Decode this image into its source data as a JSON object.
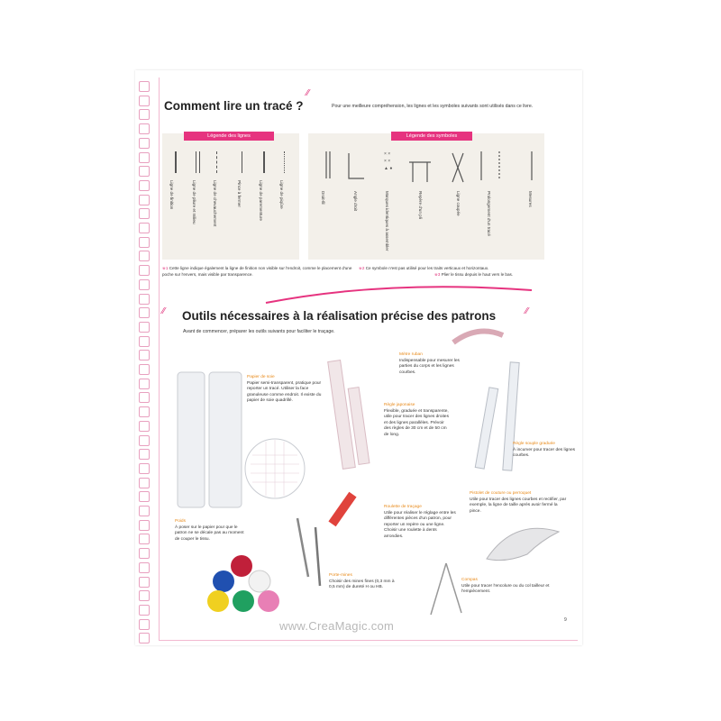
{
  "page": {
    "title1": "Comment lire un tracé ?",
    "intro1": "Pour une meilleure compréhension, les lignes et les symboles suivants sont utilisés dans ce livre.",
    "legend_lines_tab": "Légende des lignes",
    "legend_symbols_tab": "Légende des symboles",
    "legend_lines": [
      "Ligne de finition",
      "Ligne de pliure et milieu",
      "Ligne de chevauchement",
      "Pince à fermer",
      "Ligne de parementure",
      "Ligne de piqûre"
    ],
    "legend_symbols": [
      "Droit-fil",
      "Angle droit",
      "Marques identiques à assembler",
      "Repère d'un pli",
      "Ligne coupée",
      "Prolongement d'un tracé",
      "Mesures"
    ],
    "note1": "Cette ligne indique également la ligne de finition non visible sur l'endroit, comme le placement d'une poche sur l'envers, mais visible par transparence.",
    "note2": "Ce symbole n'est pas utilisé pour les traits verticaux et horizontaux.",
    "note3": "Plier le tissu depuis le haut vers le bas.",
    "title2": "Outils nécessaires à la réalisation précise des patrons",
    "intro2": "Avant de commencer, préparer les outils suivants pour faciliter le traçage.",
    "tools": {
      "metre_title": "Mètre ruban",
      "metre_text": "Indispensable pour mesurer les parties du corps et les lignes courbes.",
      "papier_title": "Papier de soie",
      "papier_text": "Papier semi-transparent, pratique pour reporter un tracé. Utiliser la face granuleuse comme endroit. Il existe du papier de soie quadrillé.",
      "regle_title": "Règle japonaise",
      "regle_text": "Flexible, graduée et transparente, utile pour tracer des lignes droites et des lignes parallèles. Prévoir des règles de 30 cm et de 50 cm de long.",
      "souple_title": "Règle souple graduée",
      "souple_text": "À incurver pour tracer des lignes courbes.",
      "roulette_title": "Roulette de traçage",
      "roulette_text": "Utile pour réaliser le réglage entre les différentes pièces d'un patron, pour reporter un repère ou une ligne. Choisir une roulette à dents arrondies.",
      "pistolet_title": "Pistolet de couture ou perroquet",
      "pistolet_text": "Utile pour tracer des lignes courbes et rectifier, par exemple, la ligne de taille après avoir fermé la pince.",
      "poids_title": "Poids",
      "poids_text": "À poser sur le papier pour que le patron ne se décale pas au moment de couper le tissu.",
      "portemines_title": "Porte-mines",
      "portemines_text": "Choisir des mines fines (0,3 mm à 0,5 mm) de dureté H ou HB.",
      "compas_title": "Compas",
      "compas_text": "Utile pour tracer l'encolure ou du col tailleur et l'empiècement."
    },
    "watermark": "www.CreaMagic.com",
    "page_number": "9",
    "colors": {
      "accent": "#e6337f",
      "orange": "#e88a1a",
      "binding": "#e8a0bf"
    }
  }
}
